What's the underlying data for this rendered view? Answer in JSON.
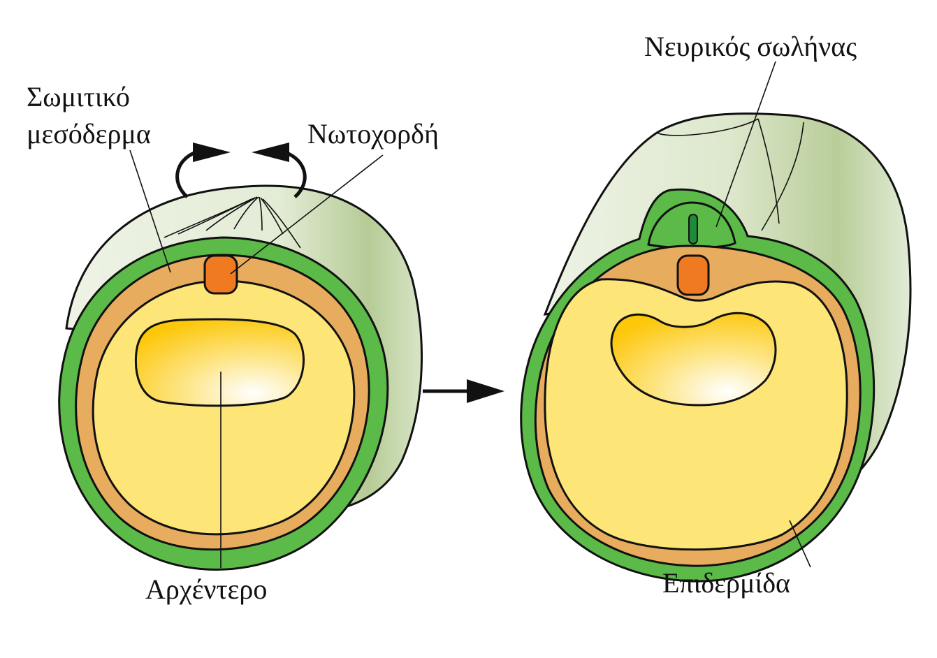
{
  "labels": {
    "somitic_mesoderm_line1": "Σωμιτικό",
    "somitic_mesoderm_line2": "μεσόδερμα",
    "notochord": "Νωτοχορδή",
    "archenteron": "Αρχέντερο",
    "neural_tube": "Νευρικός σωλήνας",
    "epidermis": "Επιδερμίδα"
  },
  "colors": {
    "epidermis_green": "#5bba48",
    "mesoderm_orange": "#e8ac5e",
    "endoderm_yellow": "#fde578",
    "notochord_orange": "#f07a22",
    "archenteron_gold": "#fdc90c",
    "body_pale_green": "#e2ecd4",
    "outline": "#111111"
  }
}
